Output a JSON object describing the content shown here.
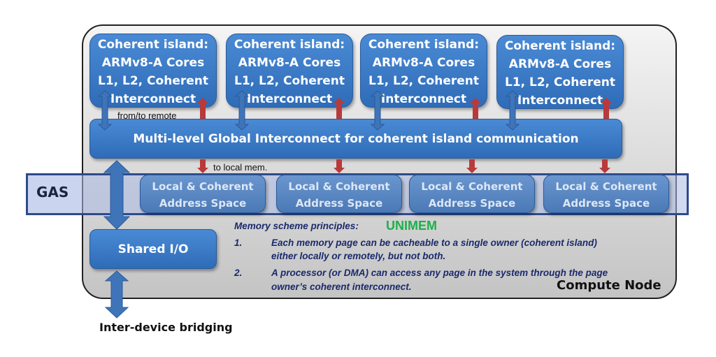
{
  "islands": [
    {
      "l1": "Coherent island:",
      "l2": "ARMv8-A Cores",
      "l3": "L1, L2, Coherent",
      "l4": "Interconnect"
    },
    {
      "l1": "Coherent island:",
      "l2": "ARMv8-A Cores",
      "l3": "L1, L2, Coherent",
      "l4": "Interconnect"
    },
    {
      "l1": "Coherent island:",
      "l2": "ARMv8-A Cores",
      "l3": "L1, L2, Coherent",
      "l4": "Interconnect"
    },
    {
      "l1": "Coherent island:",
      "l2": "ARMv8-A Cores",
      "l3": "L1, L2, Coherent",
      "l4": "Interconnect"
    }
  ],
  "from_to_remote": "from/to remote",
  "global_interconnect": "Multi-level Global Interconnect for coherent island communication",
  "to_local_mem": "to local mem.",
  "gas": "GAS",
  "local": [
    {
      "l1": "Local & Coherent",
      "l2": "Address Space"
    },
    {
      "l1": "Local & Coherent",
      "l2": "Address Space"
    },
    {
      "l1": "Local & Coherent",
      "l2": "Address Space"
    },
    {
      "l1": "Local & Coherent",
      "l2": "Address Space"
    }
  ],
  "shared_io": "Shared I/O",
  "memory": {
    "title": "Memory scheme principles:",
    "unimem": "UNIMEM",
    "unimem_color": "#1db04a",
    "items": [
      {
        "num": "1.",
        "l1": "Each memory page can be cacheable to a single owner (coherent island)",
        "l2": "either locally or remotely, but not both."
      },
      {
        "num": "2.",
        "l1": "A processor (or DMA) can access any page in the system through the page",
        "l2": "owner’s coherent interconnect."
      }
    ]
  },
  "compute_node": "Compute Node",
  "bridging": "Inter-device bridging"
}
